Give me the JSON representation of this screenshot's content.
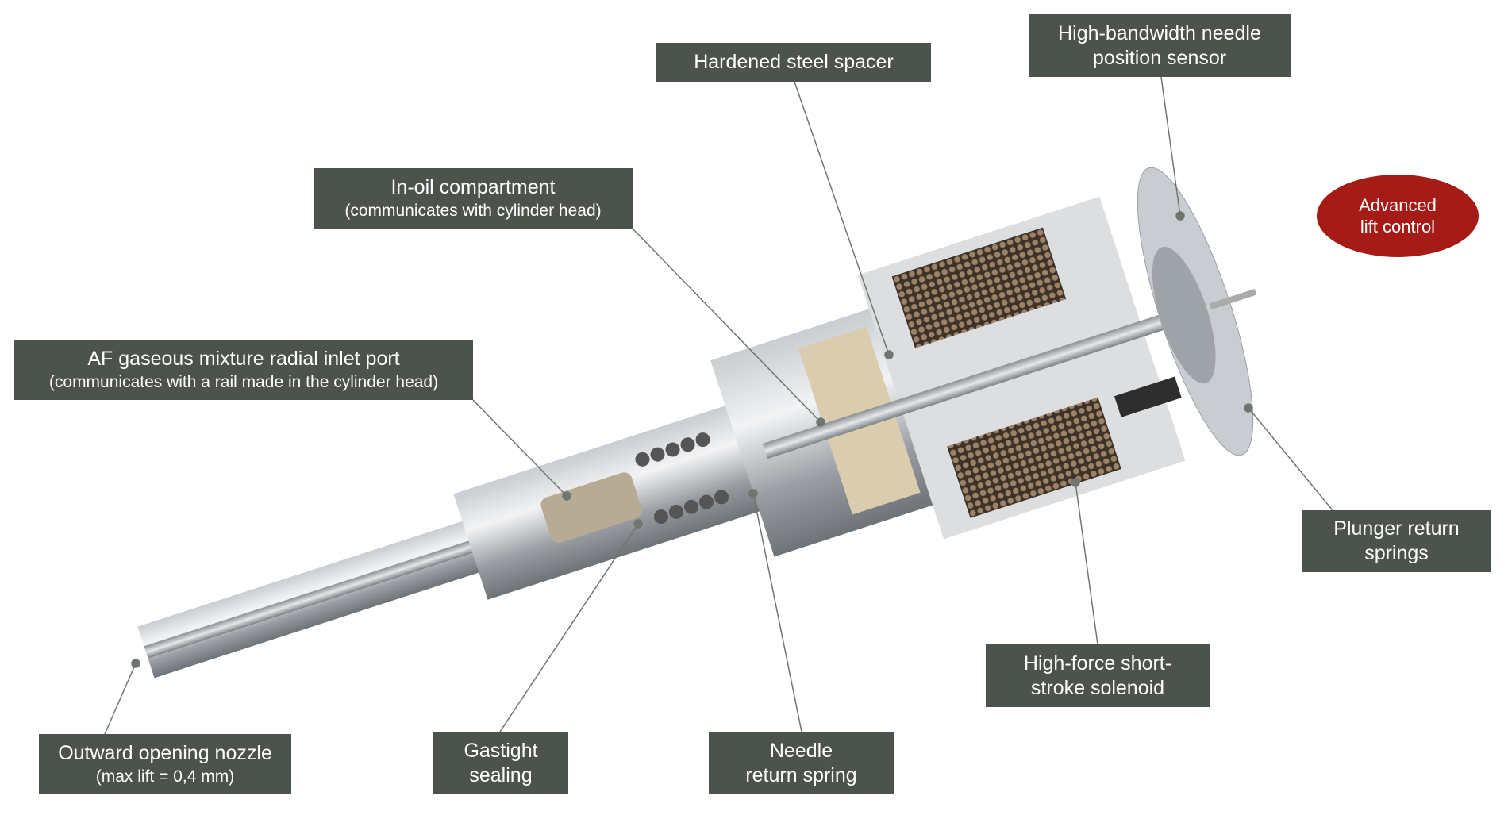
{
  "labels": {
    "spacer": {
      "line1": "Hardened steel spacer"
    },
    "sensor": {
      "line1": "High-bandwidth needle",
      "line2": "position sensor"
    },
    "oil": {
      "line1": "In-oil compartment",
      "line2": "(communicates with cylinder head)"
    },
    "inlet": {
      "line1": "AF gaseous mixture radial inlet port",
      "line2": "(communicates with a rail made in the cylinder head)"
    },
    "plunger": {
      "line1": "Plunger return",
      "line2": "springs"
    },
    "solenoid": {
      "line1": "High-force short-",
      "line2": "stroke solenoid"
    },
    "nozzle": {
      "line1": "Outward opening nozzle",
      "line2": "(max lift = 0,4 mm)"
    },
    "sealing": {
      "line1": "Gastight",
      "line2": "sealing"
    },
    "needle": {
      "line1": "Needle",
      "line2": "return spring"
    }
  },
  "badge": {
    "line1": "Advanced",
    "line2": "lift control",
    "color": "#a51c17"
  },
  "colors": {
    "label_bg": "#4b534c",
    "leader": "#6f7670"
  }
}
